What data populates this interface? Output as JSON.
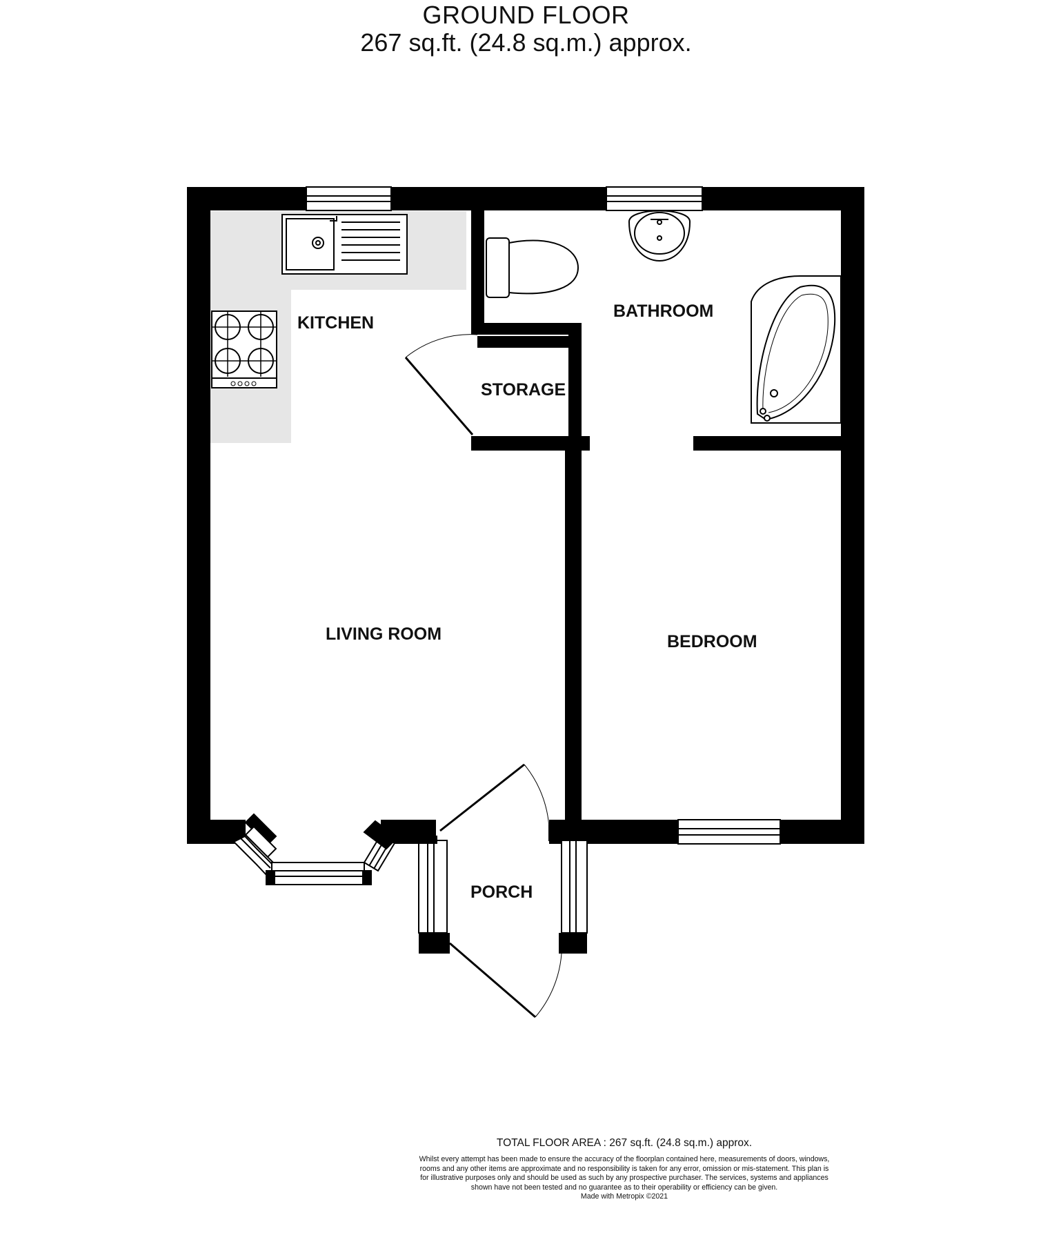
{
  "header": {
    "title": "GROUND FLOOR",
    "area": "267 sq.ft. (24.8 sq.m.) approx."
  },
  "rooms": {
    "kitchen": "KITCHEN",
    "bathroom": "BATHROOM",
    "storage": "STORAGE",
    "living_room": "LIVING ROOM",
    "bedroom": "BEDROOM",
    "porch": "PORCH"
  },
  "footer": {
    "total_area": "TOTAL FLOOR AREA : 267 sq.ft. (24.8 sq.m.) approx.",
    "disclaimer": "Whilst every attempt has been made to ensure the accuracy of the floorplan contained here, measurements of doors, windows, rooms and any other items are approximate and no responsibility is taken for any error, omission or mis-statement. This plan is for illustrative purposes only and should be used as such by any prospective purchaser. The services, systems and appliances shown have not been tested and no guarantee as to their operability or efficiency can be given.",
    "credit": "Made with Metropix ©2021"
  },
  "colors": {
    "wall": "#000000",
    "kitchen_floor": "#e6e6e6",
    "background": "#ffffff"
  }
}
